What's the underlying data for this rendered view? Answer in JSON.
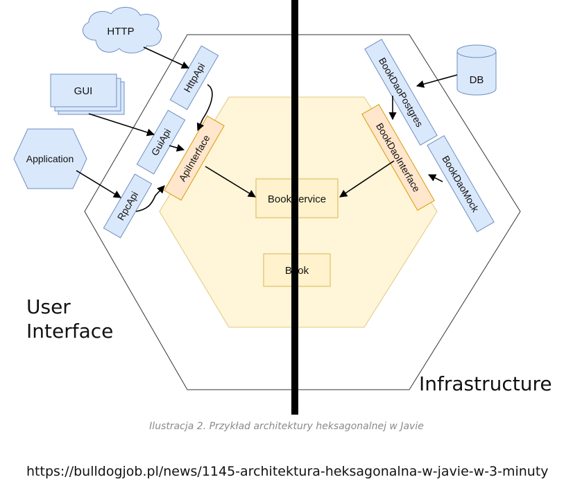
{
  "diagram": {
    "external": {
      "http": "HTTP",
      "gui": "GUI",
      "application": "Application",
      "db": "DB"
    },
    "adapters": {
      "http_api": "HttpApi",
      "gui_api": "GuiApi",
      "rpc_api": "RpcApi",
      "book_dao_postgres": "BookDaoPostgres",
      "book_dao_mock": "BookDaoMock"
    },
    "ports": {
      "api_interface": "ApiInterface",
      "book_dao_interface": "BookDaoInterface"
    },
    "core": {
      "book_service": "BookService",
      "book": "Book"
    },
    "regions": {
      "user_interface_line1": "User",
      "user_interface_line2": "Interface",
      "infrastructure": "Infrastructure"
    },
    "colors": {
      "adapter_fill": "#dae8fc",
      "adapter_stroke": "#6c8ebf",
      "port_fill": "#ffe6cc",
      "port_stroke": "#d79b00",
      "core_fill": "#fff2cc",
      "core_stroke": "#d6b656",
      "divider": "#000000"
    }
  },
  "caption": "Ilustracja 2. Przykład architektury heksagonalnej w Javie",
  "source_url": "https://bulldogjob.pl/news/1145-architektura-heksagonalna-w-javie-w-3-minuty"
}
